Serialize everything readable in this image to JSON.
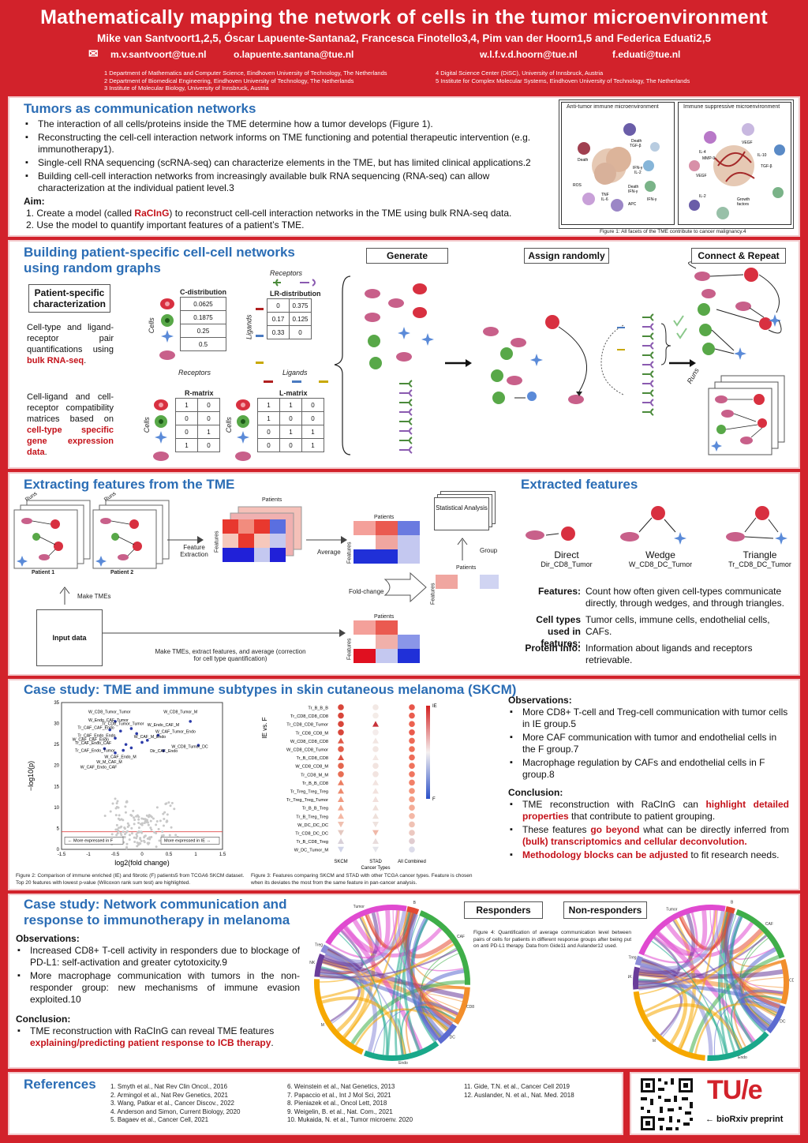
{
  "header": {
    "title": "Mathematically mapping the network of cells in the tumor microenvironment",
    "authors": "Mike van Santvoort1,2,5, Óscar Lapuente-Santana2, Francesca Finotello3,4, Pim van der Hoorn1,5 and Federica Eduati2,5",
    "emails": [
      "m.v.santvoort@tue.nl",
      "o.lapuente.santana@tue.nl",
      "w.l.f.v.d.hoorn@tue.nl",
      "f.eduati@tue.nl"
    ],
    "affiliations_left": [
      "1 Department of Mathematics and Computer Science, Eindhoven University of Technology, The Netherlands",
      "2 Department of Biomedical Engineering, Eindhoven University of Technology, The Netherlands",
      "3 Institute of Molecular Biology, University of Innsbruck, Austria"
    ],
    "affiliations_right": [
      "4 Digital Science Center (DiSC), University of Innsbruck, Austria",
      "5 Institute for Complex Molecular Systems, Eindhoven University of Technology, The Netherlands"
    ]
  },
  "s1": {
    "title": "Tumors as communication networks",
    "bullets": [
      "The interaction of all cells/proteins inside the TME determine how a tumor develops (Figure 1).",
      "Reconstructing the cell-cell interaction network informs on TME functioning and potential therapeutic intervention (e.g. immunotherapy1).",
      "Single-cell RNA sequencing (scRNA-seq) can characterize elements in the TME, but has limited clinical applications.2",
      "Building cell-cell interaction networks from increasingly available bulk RNA sequencing (RNA-seq) can allow characterization at the individual patient level.3"
    ],
    "aim_label": "Aim:",
    "aim1_a": "1.  Create a model (called ",
    "aim1_b": "RaCInG",
    "aim1_c": ") to reconstruct cell-cell interaction networks in the TME using bulk RNA-seq data.",
    "aim2": "2.  Use the model to quantify important features of a patient’s TME.",
    "fig_left": "Anti-tumor immune microenvironment",
    "fig_right": "Immune suppressive microenvironment",
    "caption": "Figure 1:  All facets of the TME contribute to cancer malignancy.4"
  },
  "s2": {
    "title": "Building patient-specific cell-cell networks using random graphs",
    "psc": "Patient-specific characterization",
    "t1a": "Cell-type and ligand-receptor pair quantifications using ",
    "t1b": "bulk RNA-seq",
    "t1c": ".",
    "t2a": "Cell-ligand and cell-receptor compatibility matrices based on ",
    "t2b": "cell-type specific gene expression data",
    "t2c": ".",
    "cdist_title": "C-distribution",
    "cdist": [
      "0.0625",
      "0.1875",
      "0.25",
      "0.5"
    ],
    "lr_title": "LR-distribution",
    "lr": [
      [
        "0",
        "0.375"
      ],
      [
        "0.17",
        "0.125"
      ],
      [
        "0.33",
        "0"
      ]
    ],
    "rmatrix_title": "R-matrix",
    "rmatrix": [
      [
        "1",
        "0"
      ],
      [
        "0",
        "0"
      ],
      [
        "0",
        "1"
      ],
      [
        "1",
        "0"
      ]
    ],
    "lmatrix_title": "L-matrix",
    "lmatrix": [
      [
        "1",
        "1",
        "0"
      ],
      [
        "1",
        "0",
        "0"
      ],
      [
        "0",
        "1",
        "1"
      ],
      [
        "0",
        "0",
        "1"
      ]
    ],
    "cells": "Cells",
    "ligands": "Ligands",
    "receptors": "Receptors",
    "runs": "Runs",
    "generate": "Generate",
    "assign": "Assign randomly",
    "connect": "Connect & Repeat"
  },
  "s3": {
    "title": "Extracting features from the TME",
    "runs": "Runs",
    "patient1": "Patient 1",
    "patient2": "Patient 2",
    "make_tmes": "Make TMEs",
    "input": "Input data",
    "feature_extraction": "Feature Extraction",
    "patients": "Patients",
    "features": "Features",
    "average": "Average",
    "fold_change": "Fold-change",
    "group": "Group",
    "stat": "Statistical Analysis",
    "bottom_label": "Make TMEs, extract features, and average (correction for cell type quantification)",
    "ef_title": "Extracted features",
    "types": [
      {
        "name": "Direct",
        "ex": "Dir_CD8_Tumor"
      },
      {
        "name": "Wedge",
        "ex": "W_CD8_DC_Tumor"
      },
      {
        "name": "Triangle",
        "ex": "Tr_CD8_DC_Tumor"
      }
    ],
    "rows": [
      {
        "k": "Features:",
        "v": "Count how often given cell-types communicate directly, through wedges, and through triangles."
      },
      {
        "k": "Cell types used in features:",
        "v": "Tumor cells, immune cells, endothelial cells, CAFs."
      },
      {
        "k": "Protein info:",
        "v": "Information about ligands and receptors retrievable."
      }
    ]
  },
  "s4": {
    "title": "Case study: TME and immune subtypes in skin cutaneous melanoma (SKCM)",
    "obs_label": "Observations:",
    "obs": [
      "More CD8+ T-cell and Treg-cell communication with tumor cells in IE group.5",
      "More CAF communication with tumor and endothelial cells in the F group.7",
      "Macrophage regulation by CAFs and endothelial cells in F group.8"
    ],
    "concl_label": "Conclusion:",
    "c1a": "TME reconstruction with RaCInG can ",
    "c1b": "highlight detailed properties",
    "c1c": " that contribute to patient grouping.",
    "c2a": "These features ",
    "c2b": "go beyond",
    "c2c": " what can be directly inferred from ",
    "c2d": "(bulk) transcriptomics and cellular deconvolution.",
    "c3a": "Methodology blocks can be adjusted",
    "c3b": " to fit research needs.",
    "fig2": "Figure 2: Comparison of immune enriched (IE) and fibrotic (F) patients5 from TCGA6 SKCM dataset. Top 20 features with lowest p-value (Wilcoxon rank sum test) are highlighted.",
    "fig3": "Figure 3: Features comparing SKCM and STAD with other TCGA cancer types. Feature is chosen when its deviates the most from the same feature in pan-cancer analysis.",
    "volcano_ylabel": "−log10(p)",
    "volcano_xlabel": "log2(fold change)",
    "more_f": "More expressed in F",
    "more_ie": "More expressed in IE",
    "volcano_labels": [
      "W_CD8_Tumor_Tumor",
      "W_CD8_Tumor_M",
      "W_Endo_CAF_Tumor",
      "Tr_CD8_Tumor_Tumor",
      "Tr_CAF_CAF_Endo",
      "W_Endo_CAF_M",
      "Tr_CAF_Endo_Endo",
      "W_CAF_Tumor_Endo",
      "Tr_CAF_Endo_CAF",
      "W_CAF_M_Endo",
      "W_CAF_CAF_Endo",
      "W_CD8_Tumor_DC",
      "Tr_CAF_Endo_Tumor",
      "Dir_CAF_Endo",
      "W_M_CAF_M",
      "W_CAF_Endo_M",
      "W_CAF_Endo_CAF"
    ],
    "heat_ylabel": "IE vs. F",
    "heat_rows": [
      "Tr_B_B_B",
      "Tr_CD8_CD8_CD8",
      "Tr_CD8_CD8_Tumor",
      "Tr_CD8_CD8_M",
      "W_CD8_CD8_CD8",
      "W_CD8_CD8_Tumor",
      "Tr_B_CD8_CD8",
      "W_CD8_CD8_M",
      "Tr_CD8_M_M",
      "Tr_B_B_CD8",
      "Tr_Treg_Treg_Treg",
      "Tr_Treg_Treg_Tumor",
      "Tr_B_B_Treg",
      "Tr_B_Treg_Treg",
      "W_DC_DC_DC",
      "Tr_CD8_DC_DC",
      "Tr_B_CD8_Treg",
      "W_DC_Tumor_M"
    ],
    "heat_cols": [
      "SKCM",
      "STAD",
      "All Combined"
    ],
    "heat_xlabel": "Cancer Types",
    "legend_ie": "IE",
    "legend_f": "F"
  },
  "s5": {
    "title": "Case study: Network communication and response to immunotherapy in melanoma",
    "obs_label": "Observations:",
    "obs": [
      "Increased CD8+ T-cell activity in responders due to blockage of PD-L1: self-activation and greater cytotoxicity.9",
      "More macrophage communication with tumors in the non-responder group: new mechanisms of immune evasion exploited.10"
    ],
    "concl_label": "Conclusion:",
    "c1a": "TME reconstruction with RaCInG can reveal TME features ",
    "c1b": "explaining/predicting patient response to ICB therapy",
    "c1c": ".",
    "responders": "Responders",
    "nonresponders": "Non-responders",
    "fig4": "Figure 4: Quantification of average communication level between pairs of cells for patients in different response groups after being put on anti PD-L1 therapy. Data from Gide11 and Aulander12 used.",
    "chord_labels": [
      "B",
      "CAF",
      "CD8",
      "DC",
      "Endo",
      "M",
      "NK",
      "Treg",
      "Tumor"
    ]
  },
  "refs": {
    "title": "References",
    "col1": [
      "1.  Smyth et al., Nat Rev Clin Oncol., 2016",
      "2.  Armingol et al., Nat Rev Genetics, 2021",
      "3.  Wang, Patkar et al., Cancer Discov., 2022",
      "4.  Anderson and Simon, Current Biology, 2020",
      "5.  Bagaev et al., Cancer Cell, 2021"
    ],
    "col2": [
      "6.  Weinstein et al., Nat Genetics, 2013",
      "7.  Papaccio et al., Int J Mol Sci, 2021",
      "8.  Pieniazek et al., Oncol Lett, 2018",
      "9.  Weigelin, B. et al., Nat. Com., 2021",
      "10. Mukaida, N. et al., Tumor microenv. 2020"
    ],
    "col3": [
      "11. Gide, T.N. et al., Cancer Cell 2019",
      "12. Auslander, N. et al., Nat. Med. 2018"
    ],
    "logo": "TU/e",
    "biorxiv": "← bioRxiv preprint"
  },
  "colors": {
    "brand_red": "#d2222b",
    "title_blue": "#2b6db5",
    "highlight_red": "#c4121a"
  }
}
